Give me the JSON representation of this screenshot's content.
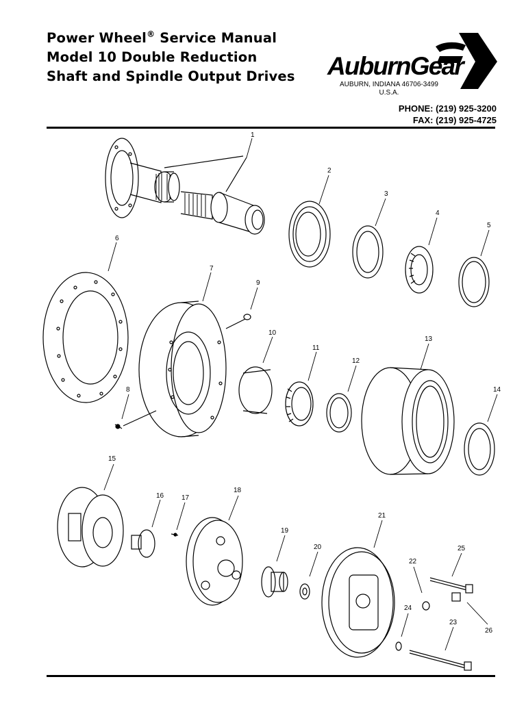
{
  "header": {
    "title_line1": "Power Wheel",
    "title_reg": "®",
    "title_line1_rest": " Service Manual",
    "title_line2": "Model 10 Double Reduction",
    "title_line3": "Shaft and Spindle Output Drives"
  },
  "logo": {
    "brand": "AuburnGear",
    "address_line1": "AUBURN, INDIANA 46706-3499",
    "address_line2": "U.S.A.",
    "mark_icon": "auburn-gear-chevron-logo"
  },
  "contact": {
    "phone": "PHONE: (219) 925-3200",
    "fax": "FAX: (219) 925-4725"
  },
  "diagram": {
    "part_numbers": [
      "1",
      "2",
      "3",
      "4",
      "5",
      "6",
      "7",
      "8",
      "9",
      "10",
      "11",
      "12",
      "13",
      "14",
      "15",
      "16",
      "17",
      "18",
      "19",
      "20",
      "21",
      "22",
      "23",
      "24",
      "25",
      "26"
    ]
  }
}
